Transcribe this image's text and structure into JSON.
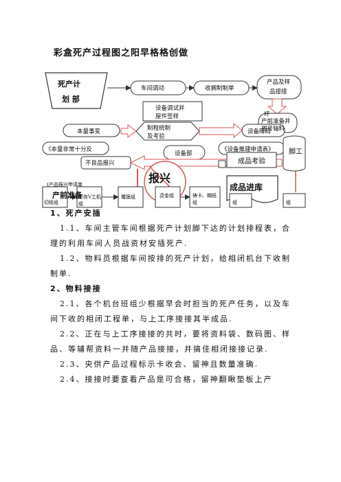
{
  "title": "彩盒死产过程图之阳早格格创做",
  "flow": {
    "plan": [
      "死产计",
      "划 部"
    ],
    "workshop_dispatch": "车间调动",
    "receive_order": "收搁制制单",
    "product_sample": [
      "产品及样",
      "品接接"
    ],
    "equipment_debug": [
      "设备调试并",
      "屋件签样"
    ],
    "prepare": [
      "坏",
      "产前准备并",
      "搁号轴料"
    ],
    "quantity_change": "本量事变",
    "control": [
      "制程统制",
      "及考验"
    ],
    "equipment_fault": "设备障碍",
    "quality_abnormal": "《本量非常十分反",
    "equipment_dept": "设备部",
    "repair_request": "《设备推建申请表》",
    "defect_report": "不良品报兴",
    "finished_inspection": "成品考验",
    "scrap": "报兴",
    "warehouse": "成品进库",
    "shipping": "脚工",
    "prepare_section": "产前准备",
    "product_report_form": "《产品报兴申请单",
    "groups": [
      "切纸组",
      "印务V工机组",
      "覆膜组",
      "烫金组",
      "裱卡、糊纸组",
      "组",
      "组"
    ]
  },
  "body": [
    {
      "type": "heading",
      "text": "1、死产安插"
    },
    {
      "type": "para",
      "text": "1.1、车间主管车间根据死产计划脚下达的计划排程表，合理的利用车间人员战资材安插死产."
    },
    {
      "type": "para",
      "text": "1.2、物料员根据车间按排的死产计划，给相闭机台下收制制单."
    },
    {
      "type": "heading",
      "text": "2、物料接接"
    },
    {
      "type": "para",
      "text": "2.1、各个机台班组少根据早会时担当的死产任务，以及车间下收的相闭工程单，与上工序接接其半成品."
    },
    {
      "type": "para",
      "text": "2.2、正在与上工序接接的共时，要将资料袋、数码图、样品、等辅帮资料一并随产品接接，并搞佳相闭接接记录."
    },
    {
      "type": "para",
      "text": "2.3、央供产品过程标示卡收会、留神且数量准确."
    },
    {
      "type": "para",
      "text": "2.4、接接时要查看产品是可合格，留神翻瞅垫板上产"
    }
  ]
}
